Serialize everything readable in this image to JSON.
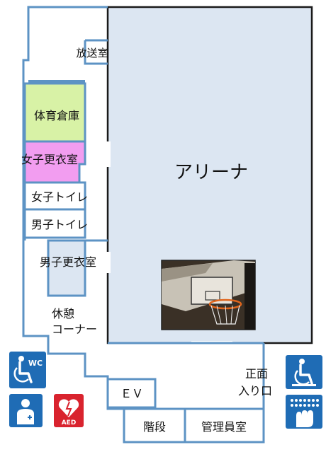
{
  "rooms": {
    "broadcast": "放送室",
    "equipment_storage": "体育倉庫",
    "women_changing": "女子更衣室",
    "women_toilet": "女子トイレ",
    "men_toilet": "男子トイレ",
    "men_changing": "男子更衣室",
    "lounge_line1": "休憩",
    "lounge_line2": "コーナー",
    "arena": "アリーナ",
    "elevator": "ＥＶ",
    "stairs": "階段",
    "admin_office": "管理員室",
    "entrance_line1": "正面",
    "entrance_line2": "入り口"
  },
  "icons": {
    "accessible_wc": "WC",
    "aed": "AED",
    "accessible_wc_name": "accessible-toilet-icon",
    "nursing_name": "nursing-room-icon",
    "aed_name": "aed-icon",
    "wheelchair_name": "wheelchair-access-icon",
    "braille_name": "braille-tactile-icon"
  },
  "colors": {
    "arena_fill": "#dce6f2",
    "storage_fill": "#d8f2a6",
    "women_changing_fill": "#f29df0",
    "men_changing_fill": "#dce6f2",
    "wall": "#5d93c4",
    "icon_blue": "#1f6cb5",
    "aed_red": "#d9232e"
  }
}
